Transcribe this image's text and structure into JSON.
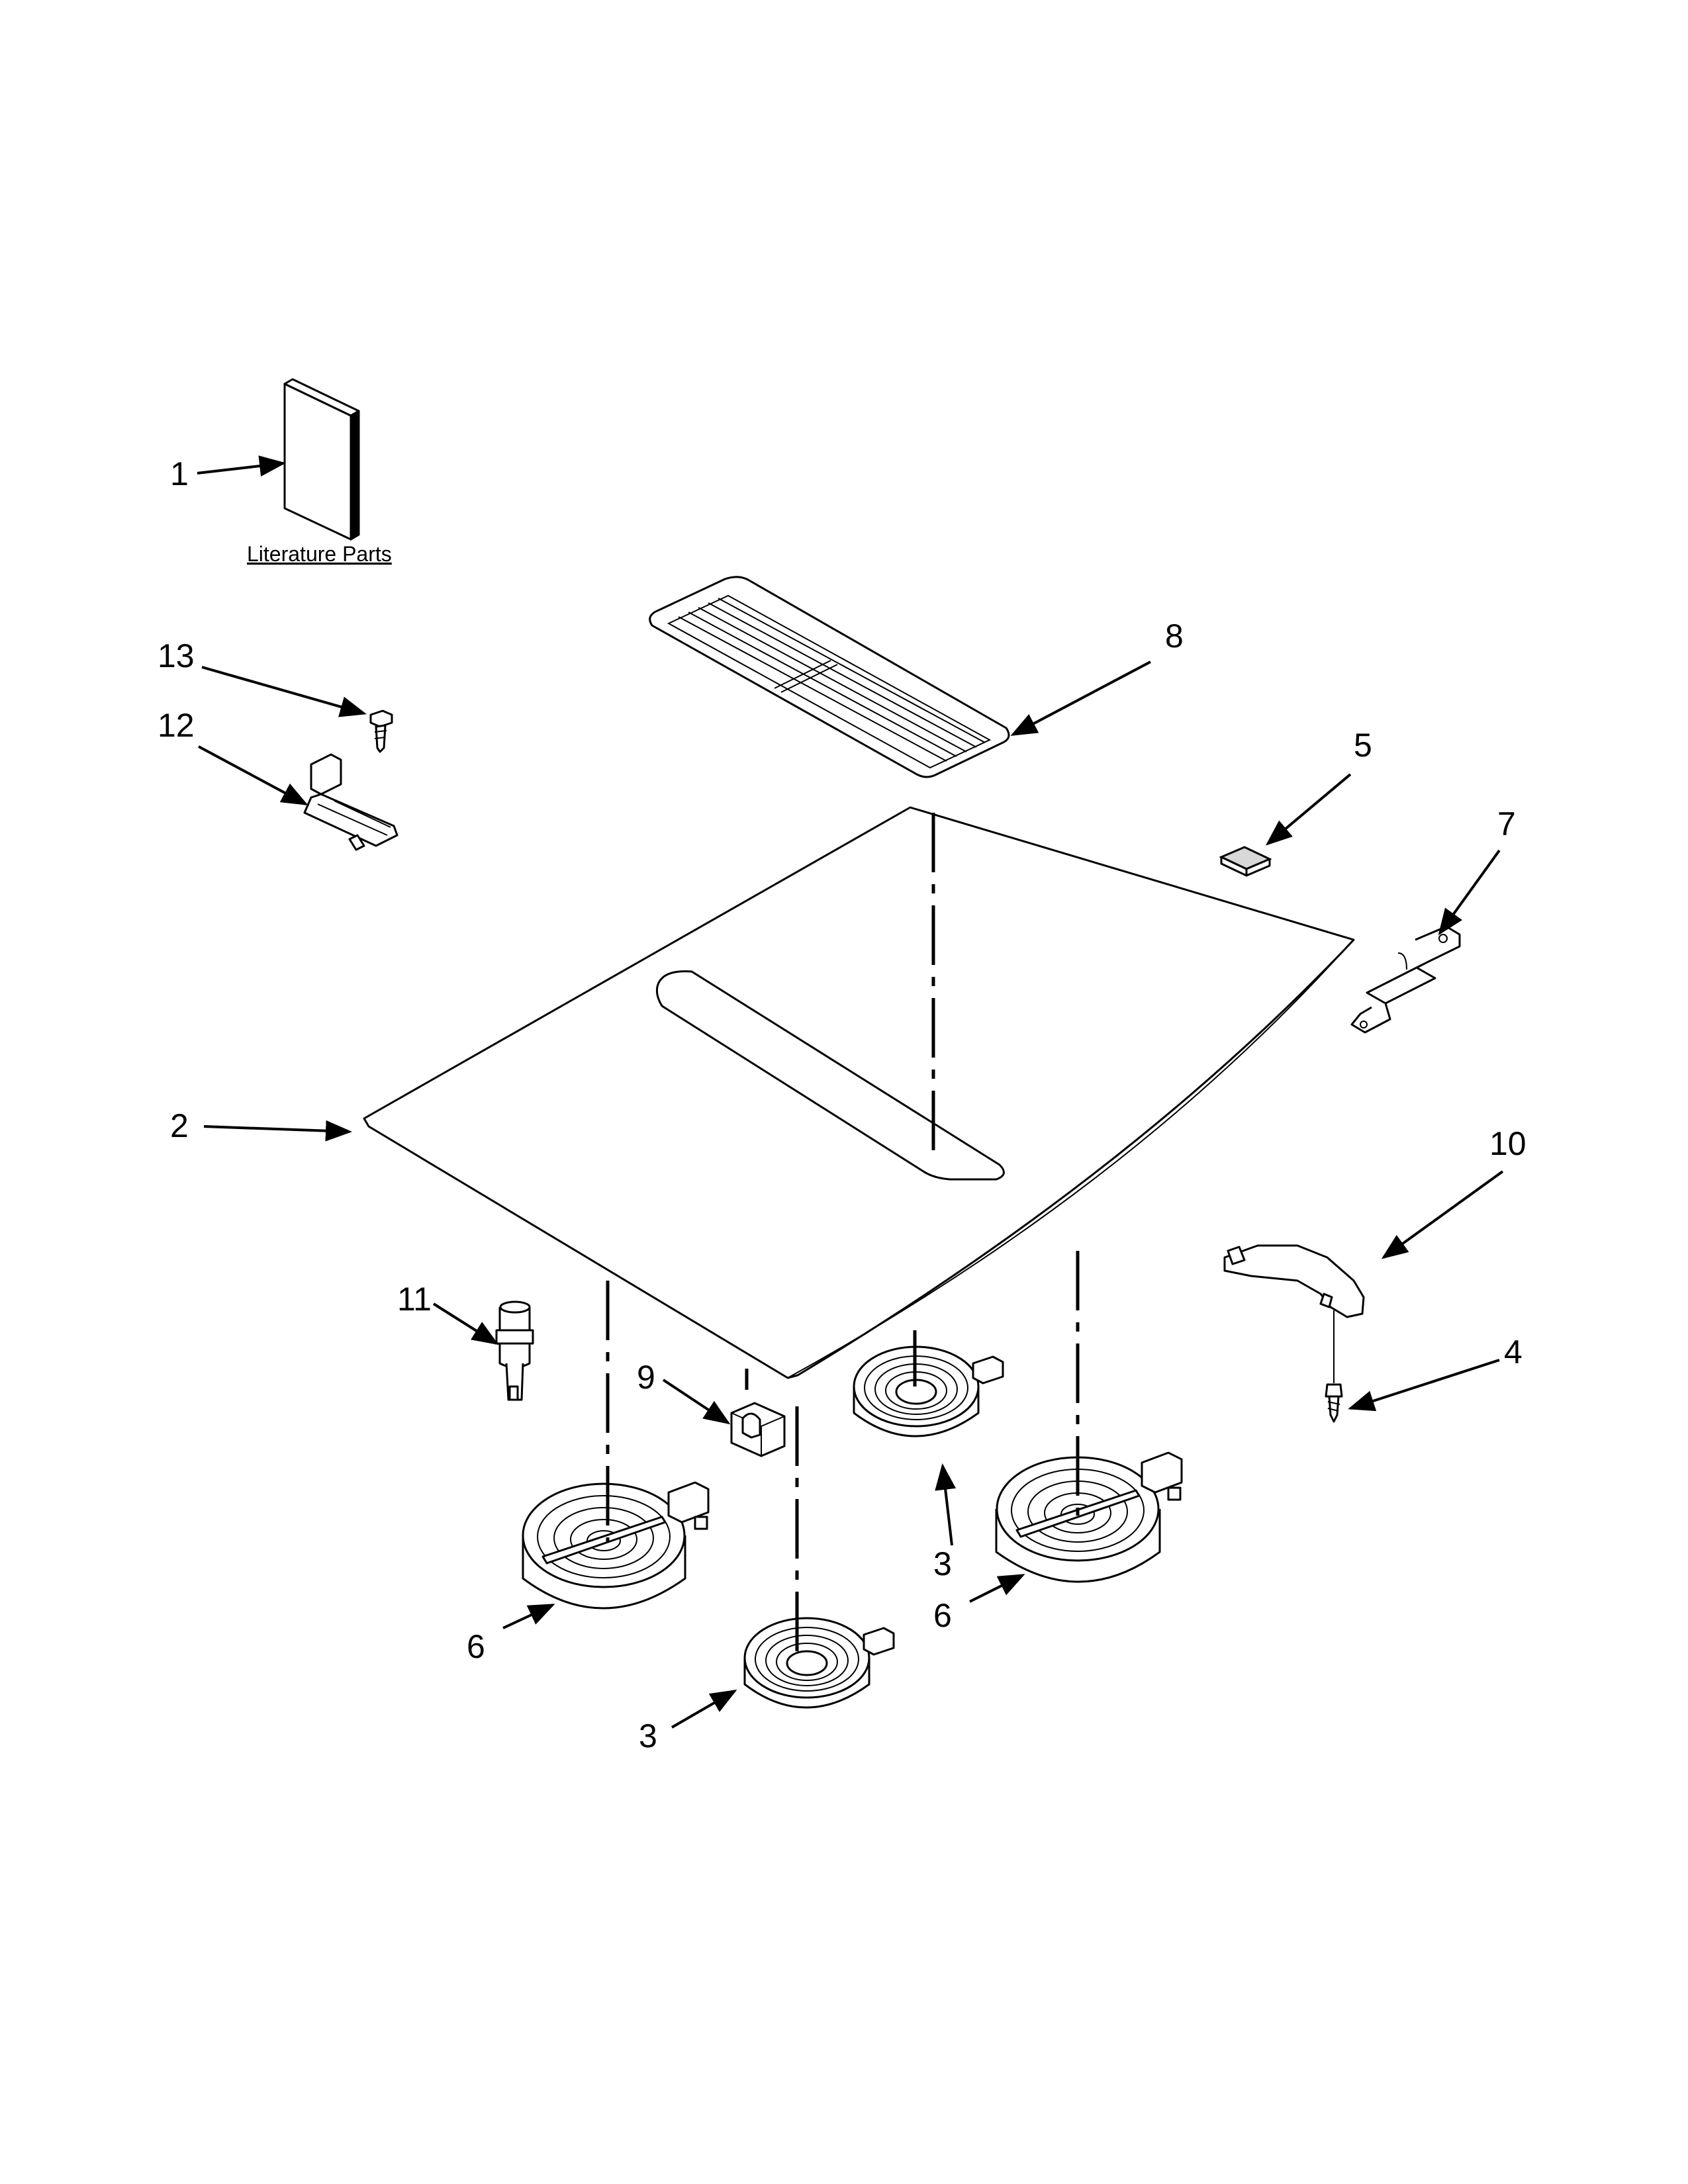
{
  "diagram": {
    "literature_caption": "Literature Parts",
    "callouts": [
      {
        "id": "c1",
        "text": "1"
      },
      {
        "id": "c2",
        "text": "2"
      },
      {
        "id": "c3a",
        "text": "3"
      },
      {
        "id": "c3b",
        "text": "3"
      },
      {
        "id": "c4",
        "text": "4"
      },
      {
        "id": "c5",
        "text": "5"
      },
      {
        "id": "c6a",
        "text": "6"
      },
      {
        "id": "c6b",
        "text": "6"
      },
      {
        "id": "c7",
        "text": "7"
      },
      {
        "id": "c8",
        "text": "8"
      },
      {
        "id": "c9",
        "text": "9"
      },
      {
        "id": "c10",
        "text": "10"
      },
      {
        "id": "c11",
        "text": "11"
      },
      {
        "id": "c12",
        "text": "12"
      },
      {
        "id": "c13",
        "text": "13"
      }
    ]
  }
}
